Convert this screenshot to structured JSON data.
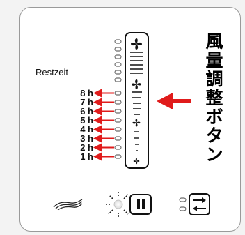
{
  "restzeit_label": "Restzeit",
  "hour_labels": [
    "8 h",
    "7 h",
    "6 h",
    "5 h",
    "4 h",
    "3 h",
    "2 h",
    "1 h"
  ],
  "button_caption_chars": [
    "風",
    "量",
    "調",
    "整",
    "ボ",
    "タ",
    "ン"
  ],
  "accent_color": "#e01b1b",
  "icons": {
    "fan_levels": [
      "fan-icon",
      "fan-icon",
      "fan-icon",
      "fan-icon"
    ],
    "airflow": "airflow-wave-icon",
    "light": "light-burst-icon",
    "pause": "pause-icon",
    "direction": "direction-switch-icon"
  }
}
